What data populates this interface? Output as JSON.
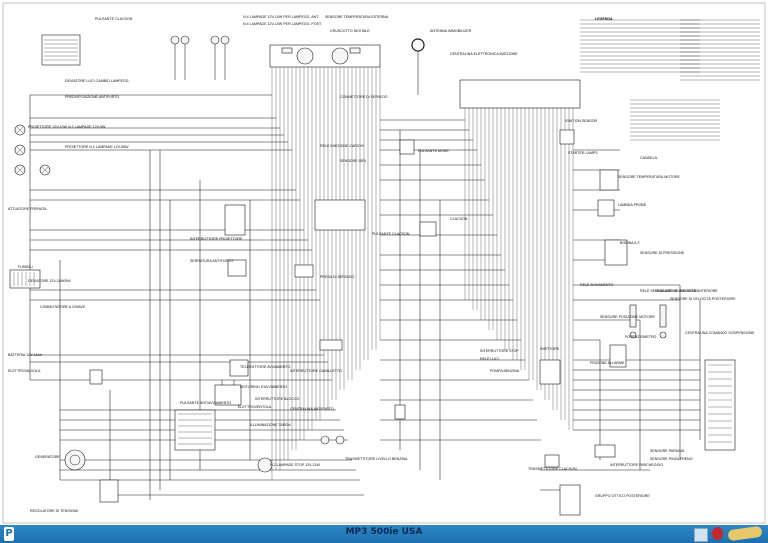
{
  "title": "MP3 500ie USA",
  "labels": {
    "l01": "PULSANTE CLACSON",
    "l02": "N.4 LAMPADE  12V-10W PER LAMPEGG. ANT.",
    "l03": "N.4 LAMPADE  12V-10W PER LAMPEGG. POST.",
    "l04": "SENSORE TEMPERATURA ESTERNA",
    "l05": "CRUSCOTTO DIGITALE",
    "l06": "ANTENNA IMMOBILIZER",
    "l07": "CENTRALINA ELETTRONICA INIEZIONE",
    "l08": "DEVIATORE LUCI CAMBIO LAMPEGG.",
    "l09": "PREDISPOSIZIONE ANTIFURTO",
    "l10": "PROIETTORE 12V-10W N.2 LAMPADE  12V-5W",
    "l11": "PROIETTORE N.2 LAMPADE 12V-55W",
    "l12": "CONNETTORE DI SERVIZIO",
    "l13": "RELÈ INIEZIONE CARICHI",
    "l14": "SENSORE GIRI",
    "l15": "PULSANTE MODE",
    "l16": "IGNITION SENSOR",
    "l17": "SENSORE TEMPERATURA MOTORE",
    "l18": "CANDELA",
    "l19": "LAMBDA PROBE",
    "l20": "STARTER LAMPS",
    "l21": "ATTUATORE FRENATA",
    "l22": "INTERRUTTORE PROIETTORE",
    "l23": "PULSANTE CLACSON",
    "l24": "CLACSON",
    "l25": "BOBINA A.T.",
    "l26": "SENSORE DI PRESSIONE",
    "l27": "SERRATURA ANTIFURTO",
    "l28": "PRESA DI SERVIZIO",
    "l29": "DEVIATORE 12V-10W/5W",
    "l30": "RELÈ AVVIAMENTO",
    "l31": "RELÈ SEGNALAZIONE INIEZIONE",
    "l32": "COMMUTATORE A CHIAVE",
    "l33": "POTENZIOMETRO",
    "l34": "SENSORE POSIZIONE MOTORE",
    "l35": "FUSIBILI",
    "l36": "BATTERIA 12V-14Ah",
    "l37": "TELERUTTORE AVVIAMENTO",
    "l38": "MOTORINO D'AVVIAMENTO",
    "l39": "TRASMETTITORE LIVELLO BENZINA",
    "l40": "N.2 LAMPADE STOP 12V-21W",
    "l41": "GRUPPO OTTICO POSTERIORE",
    "l42": "ELETTROVALVOLA",
    "l43": "PULSANTE ANTIAVVIAMENTO",
    "l44": "ELETTROVENTOLA",
    "l45": "CENTRALINA COMANDO SOSPENSIONE",
    "l46": "SENSORE DI VELOCITÀ POSTERIORE",
    "l47": "SENSORE DI VELOCITÀ ANTERIORE",
    "l48": "REGOLATORE DI TENSIONE",
    "l49": "GENERATORE",
    "l50": "INTERRUTTORE CAVALLETTO",
    "l51": "INTERRUTTORE STOP",
    "l52": "RELÈ LUCI",
    "l53": "POMPA BENZINA",
    "l54": "FRIZIONE ALLARME",
    "l55": "ILLUMINAZIONE TARGA",
    "l56": "CENTRALINA ANTIFURTO",
    "l57": "INTERRUTTORE BLOCCO",
    "l58": "TRASMETTITORE CLACSON",
    "l59": "INTERRUTTORE PARCHEGGIO",
    "l60": "SENSORE PARKING",
    "l61": "SENSORE PINZA FRENO",
    "l62": "INIETTORE"
  },
  "legend_title": "LEGENDA",
  "colors": {
    "footer_bar": "#1d6fae",
    "footer_text": "#0b2a55",
    "wire": "#1a1a1a",
    "paper": "#ffffff"
  }
}
